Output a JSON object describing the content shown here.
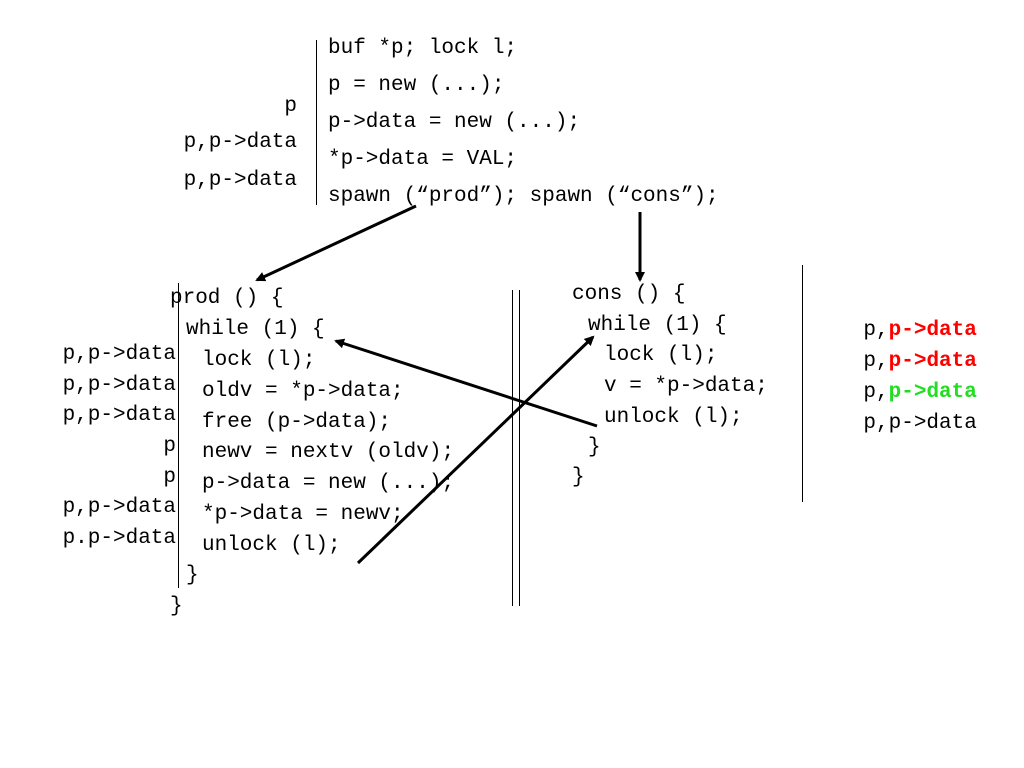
{
  "main": {
    "lines": [
      "buf *p; lock l;",
      "p = new (...);",
      "p->data = new (...);",
      "*p->data = VAL;",
      "spawn (“prod”); spawn (“cons”);"
    ],
    "annot": [
      "p",
      "p,p->data",
      "p,p->data"
    ]
  },
  "prod": {
    "lines": [
      "prod () {",
      "while (1) {",
      "lock (l);",
      "oldv = *p->data;",
      "free (p->data);",
      "newv = nextv (oldv);",
      "p->data = new (...);",
      "*p->data = newv;",
      "unlock (l);",
      "}",
      "}"
    ],
    "annot": [
      "p,p->data",
      "p,p->data",
      "p,p->data",
      "p",
      "p",
      "p,p->data",
      "p.p->data"
    ]
  },
  "cons": {
    "lines": [
      "cons () {",
      "while (1) {",
      "lock (l);",
      "v = *p->data;",
      "unlock (l);",
      "}",
      "}"
    ],
    "annot": [
      {
        "prefix": "p,",
        "rest": "p->data"
      },
      {
        "prefix": "p,",
        "rest": "p->data"
      },
      {
        "prefix": "p,",
        "rest": "p->data"
      },
      {
        "prefix": "p,p->data",
        "rest": ""
      }
    ]
  },
  "colors": {
    "race": "#ff0000",
    "ok": "#22dd22",
    "ink": "#000000"
  }
}
